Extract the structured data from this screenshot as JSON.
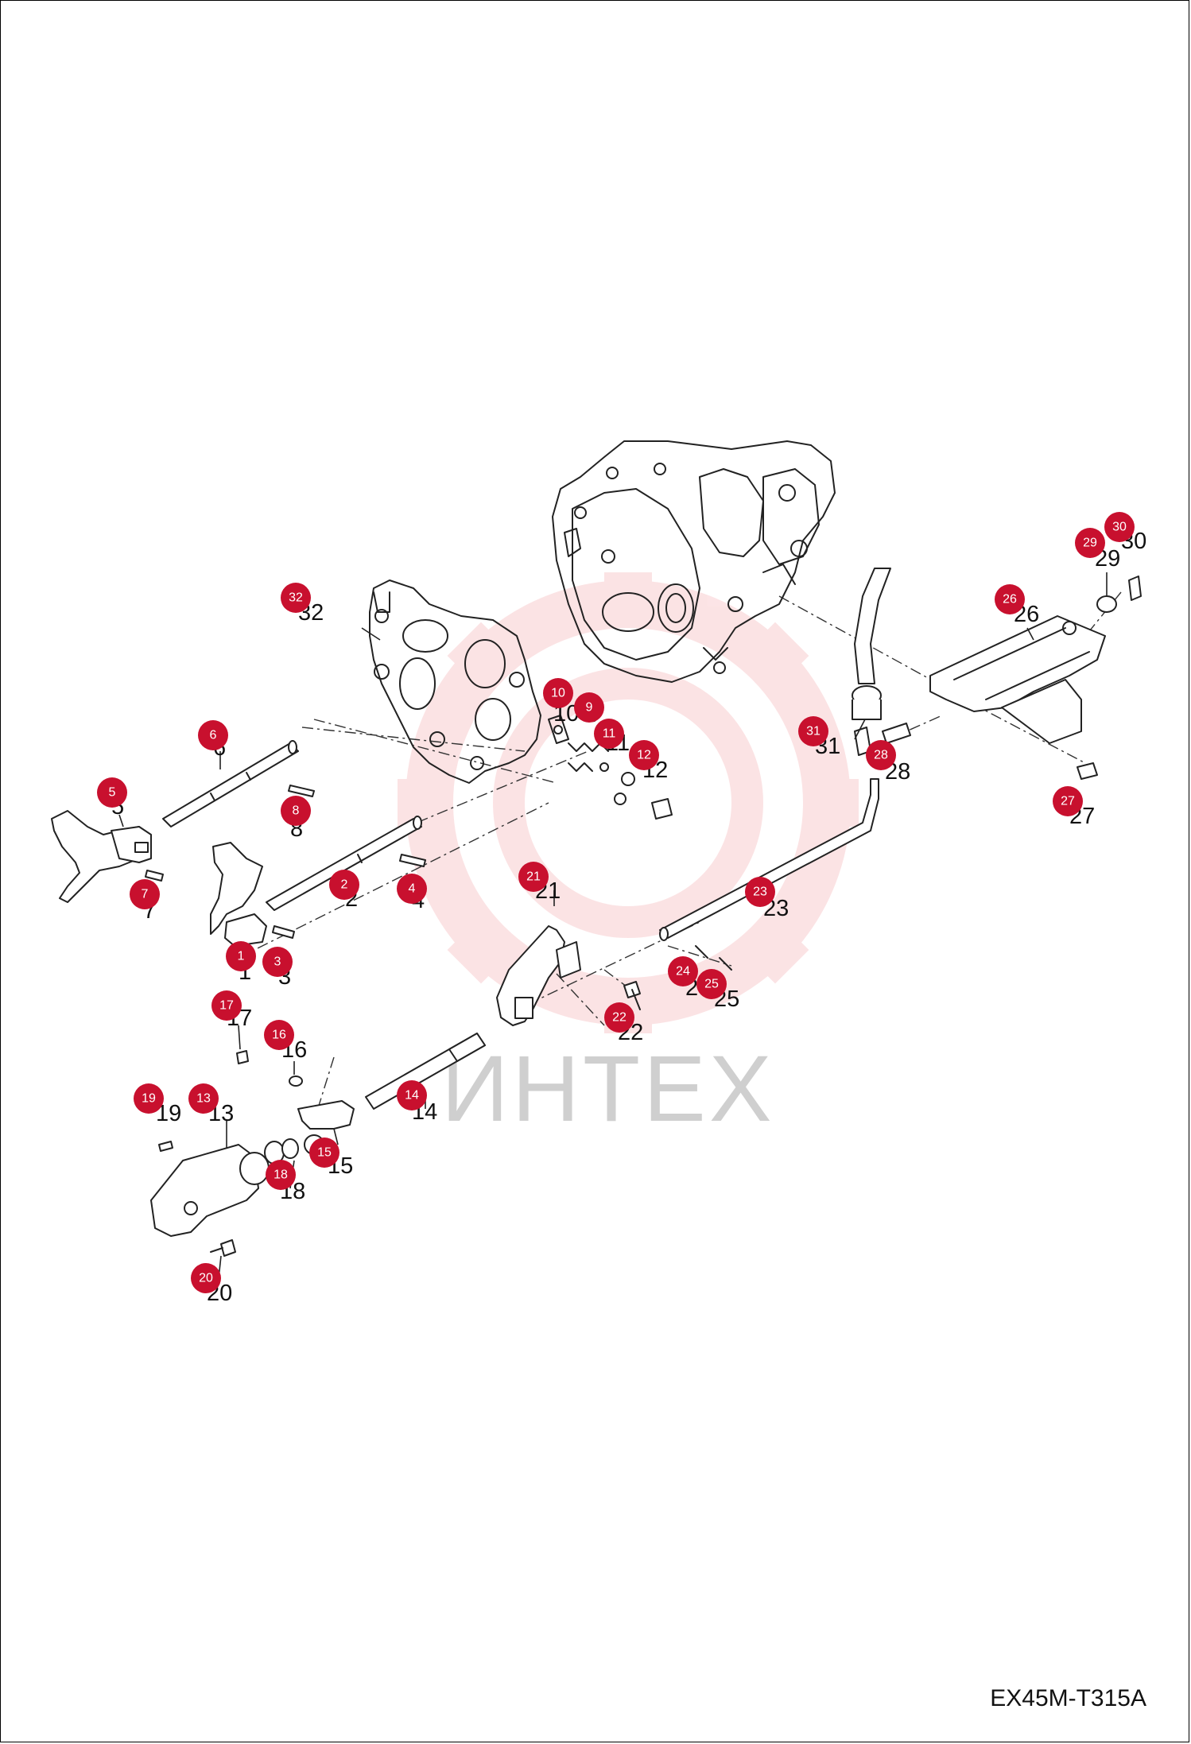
{
  "drawing_code": "EX45M-T315A",
  "watermark": {
    "text": "ИНТЕХ",
    "color": "#e8323a"
  },
  "badge_color": "#c8102e",
  "callouts": [
    {
      "id": "1",
      "label": "1"
    },
    {
      "id": "2",
      "label": "2"
    },
    {
      "id": "3",
      "label": "3"
    },
    {
      "id": "4",
      "label": "4"
    },
    {
      "id": "5",
      "label": "5"
    },
    {
      "id": "6",
      "label": "6"
    },
    {
      "id": "7",
      "label": "7"
    },
    {
      "id": "8",
      "label": "8"
    },
    {
      "id": "9",
      "label": "9"
    },
    {
      "id": "10",
      "label": "10"
    },
    {
      "id": "11",
      "label": "11"
    },
    {
      "id": "12",
      "label": "12"
    },
    {
      "id": "13",
      "label": "13"
    },
    {
      "id": "14",
      "label": "14"
    },
    {
      "id": "15",
      "label": "15"
    },
    {
      "id": "16",
      "label": "16"
    },
    {
      "id": "17",
      "label": "17"
    },
    {
      "id": "18",
      "label": "18"
    },
    {
      "id": "19",
      "label": "19"
    },
    {
      "id": "20",
      "label": "20"
    },
    {
      "id": "21",
      "label": "21"
    },
    {
      "id": "22",
      "label": "22"
    },
    {
      "id": "23",
      "label": "23"
    },
    {
      "id": "24",
      "label": "24"
    },
    {
      "id": "25",
      "label": "25"
    },
    {
      "id": "26",
      "label": "26"
    },
    {
      "id": "27",
      "label": "27"
    },
    {
      "id": "28",
      "label": "28"
    },
    {
      "id": "29",
      "label": "29"
    },
    {
      "id": "30",
      "label": "30"
    },
    {
      "id": "31",
      "label": "31"
    },
    {
      "id": "32",
      "label": "32"
    }
  ]
}
